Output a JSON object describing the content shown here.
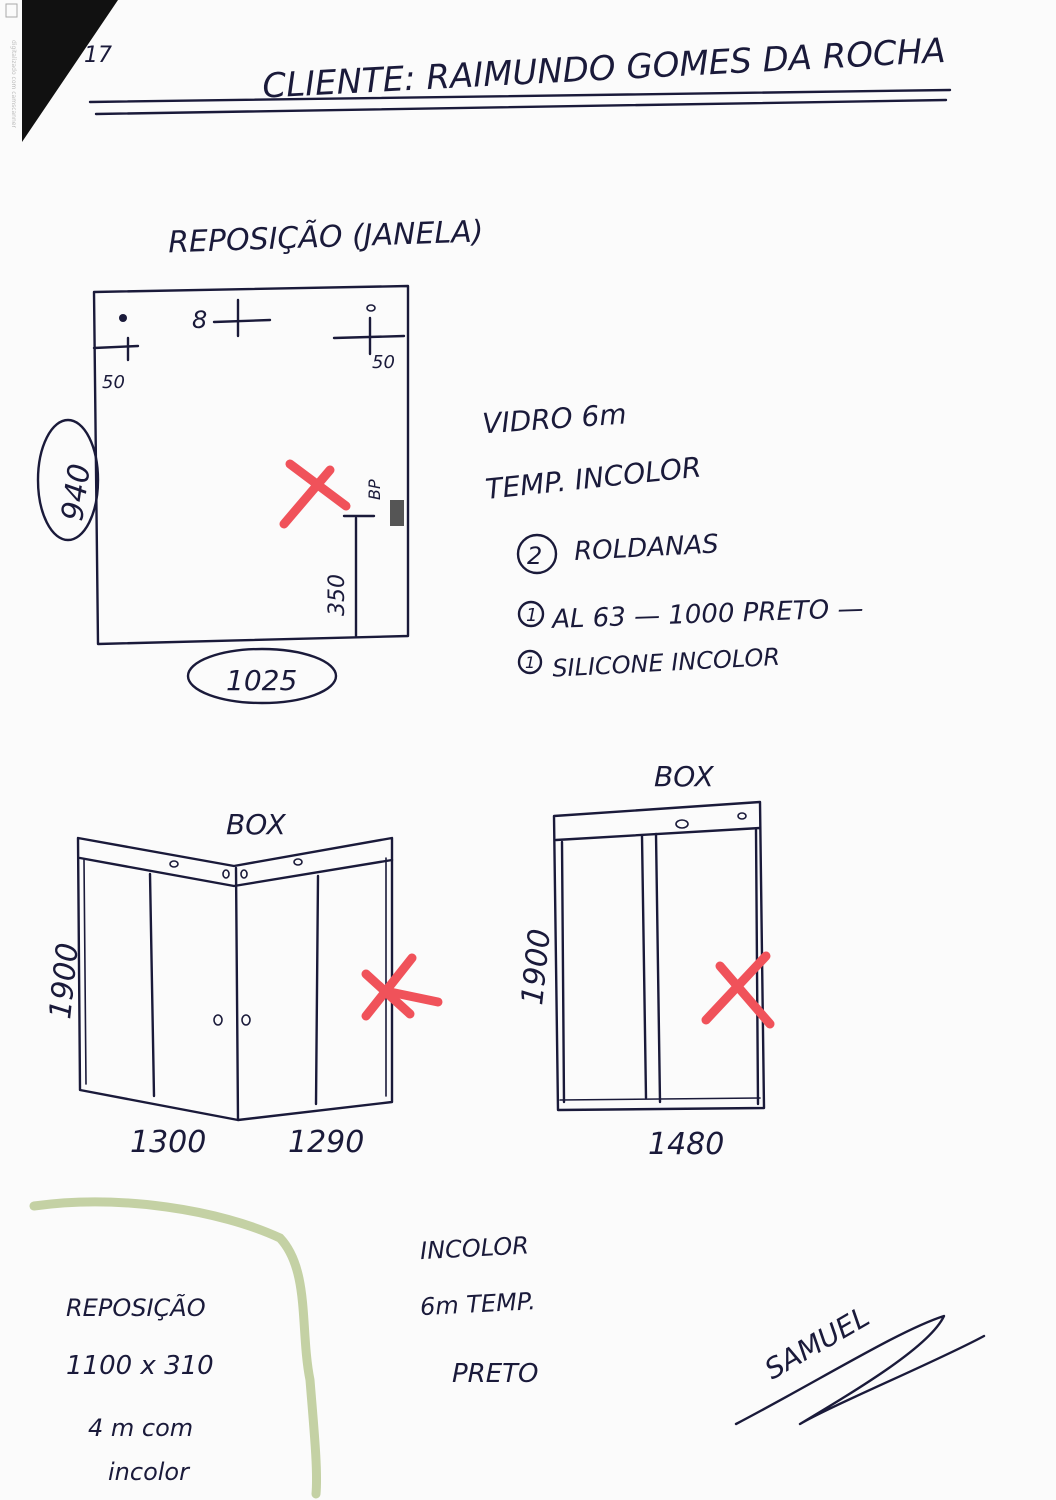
{
  "header": {
    "client_line": "CLIENTE: RAIMUNDO GOMES DA ROCHA",
    "page_mark": "17"
  },
  "section_window": {
    "title": "REPOSIÇÃO (JANELA)",
    "dim_height": "940",
    "dim_width": "1025",
    "dim_left_top": "50",
    "dim_right_top": "50",
    "dim_lock": "350",
    "dim_lock_small": "BP",
    "top_mark": "8"
  },
  "notes_window": {
    "line1": "VIDRO 6m",
    "line2": "TEMP. INCOLOR",
    "line3_count": "2",
    "line3": "ROLDANAS",
    "line4_count": "1",
    "line4": "AL 63 — 1000   PRETO —",
    "line5_count": "1",
    "line5": "SILICONE INCOLOR"
  },
  "box_left": {
    "label": "BOX",
    "dim_height": "1900",
    "dim_width_a": "1300",
    "dim_width_b": "1290"
  },
  "box_right": {
    "label": "BOX",
    "dim_height": "1900",
    "dim_width": "1480"
  },
  "notes_box": {
    "line1": "INCOLOR",
    "line2": "6m TEMP.",
    "line3": "PRETO"
  },
  "reposicao_note": {
    "line1": "REPOSIÇÃO",
    "line2": "1100 x 310",
    "line3": "4 m com",
    "line4": "incolor"
  },
  "signature": "SAMUEL",
  "colors": {
    "ink": "#1a1a3a",
    "red_mark": "#f0525a",
    "green_mark": "#c4d1a4",
    "paper": "#fbfbfb"
  }
}
